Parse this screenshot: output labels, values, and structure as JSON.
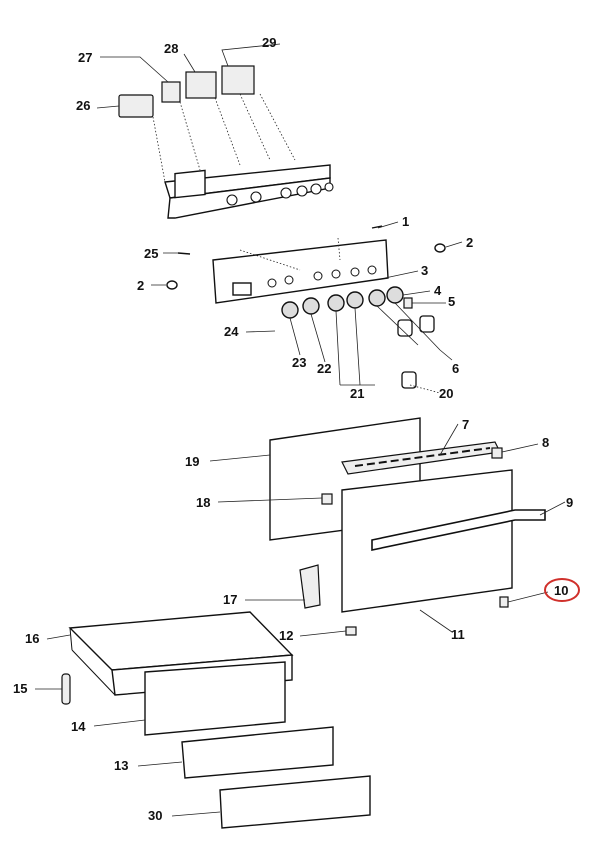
{
  "diagram": {
    "type": "exploded-parts-diagram",
    "highlight_color": "#d0302b",
    "highlighted_part": "10",
    "callouts": {
      "c1": "1",
      "c2a": "2",
      "c2b": "2",
      "c3": "3",
      "c4": "4",
      "c5": "5",
      "c6": "6",
      "c7": "7",
      "c8": "8",
      "c9": "9",
      "c10": "10",
      "c11": "11",
      "c12": "12",
      "c13": "13",
      "c14": "14",
      "c15": "15",
      "c16": "16",
      "c17": "17",
      "c18": "18",
      "c19": "19",
      "c20": "20",
      "c21": "21",
      "c22": "22",
      "c23": "23",
      "c24": "24",
      "c25": "25",
      "c26": "26",
      "c27": "27",
      "c28": "28",
      "c29": "29",
      "c30": "30"
    }
  }
}
